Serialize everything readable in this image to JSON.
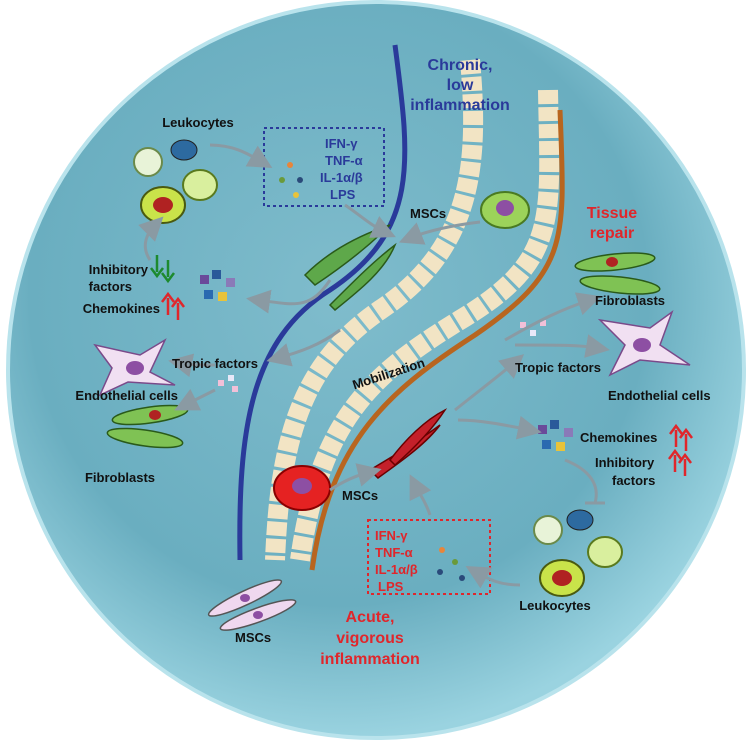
{
  "colors": {
    "circle_fill": "#6fb3c5",
    "circle_edge": "#a8dbe6",
    "chronic_vessel": "#2a3a9a",
    "acute_vessel": "#b8651f",
    "red_text": "#e0262b",
    "blue_text": "#2a3a9a"
  },
  "top": {
    "condition_line1": "Chronic,",
    "condition_line2": "low",
    "condition_line3": "inflammation",
    "leukocytes": "Leukocytes",
    "cytokines": [
      "IFN-γ",
      "TNF-α",
      "IL-1α/β",
      "LPS"
    ],
    "mscs": "MSCs",
    "inhibitory_line1": "Inhibitory",
    "inhibitory_line2": "factors",
    "chemokines": "Chemokines",
    "tropic_factors": "Tropic factors",
    "endothelial_cells": "Endothelial cells",
    "fibroblasts": "Fibroblasts"
  },
  "middle": {
    "mobilization": "Mobilization"
  },
  "bottom": {
    "tissue_repair_line1": "Tissue",
    "tissue_repair_line2": "repair",
    "fibroblasts": "Fibroblasts",
    "tropic_factors": "Tropic factors",
    "endothelial_cells": "Endothelial cells",
    "chemokines": "Chemokines",
    "inhibitory_line1": "Inhibitory",
    "inhibitory_line2": "factors",
    "mscs": "MSCs",
    "cytokines": [
      "IFN-γ",
      "TNF-α",
      "IL-1α/β",
      "LPS"
    ],
    "leukocytes": "Leukocytes",
    "mscs_resting": "MSCs",
    "condition_line1": "Acute,",
    "condition_line2": "vigorous",
    "condition_line3": "inflammation"
  }
}
